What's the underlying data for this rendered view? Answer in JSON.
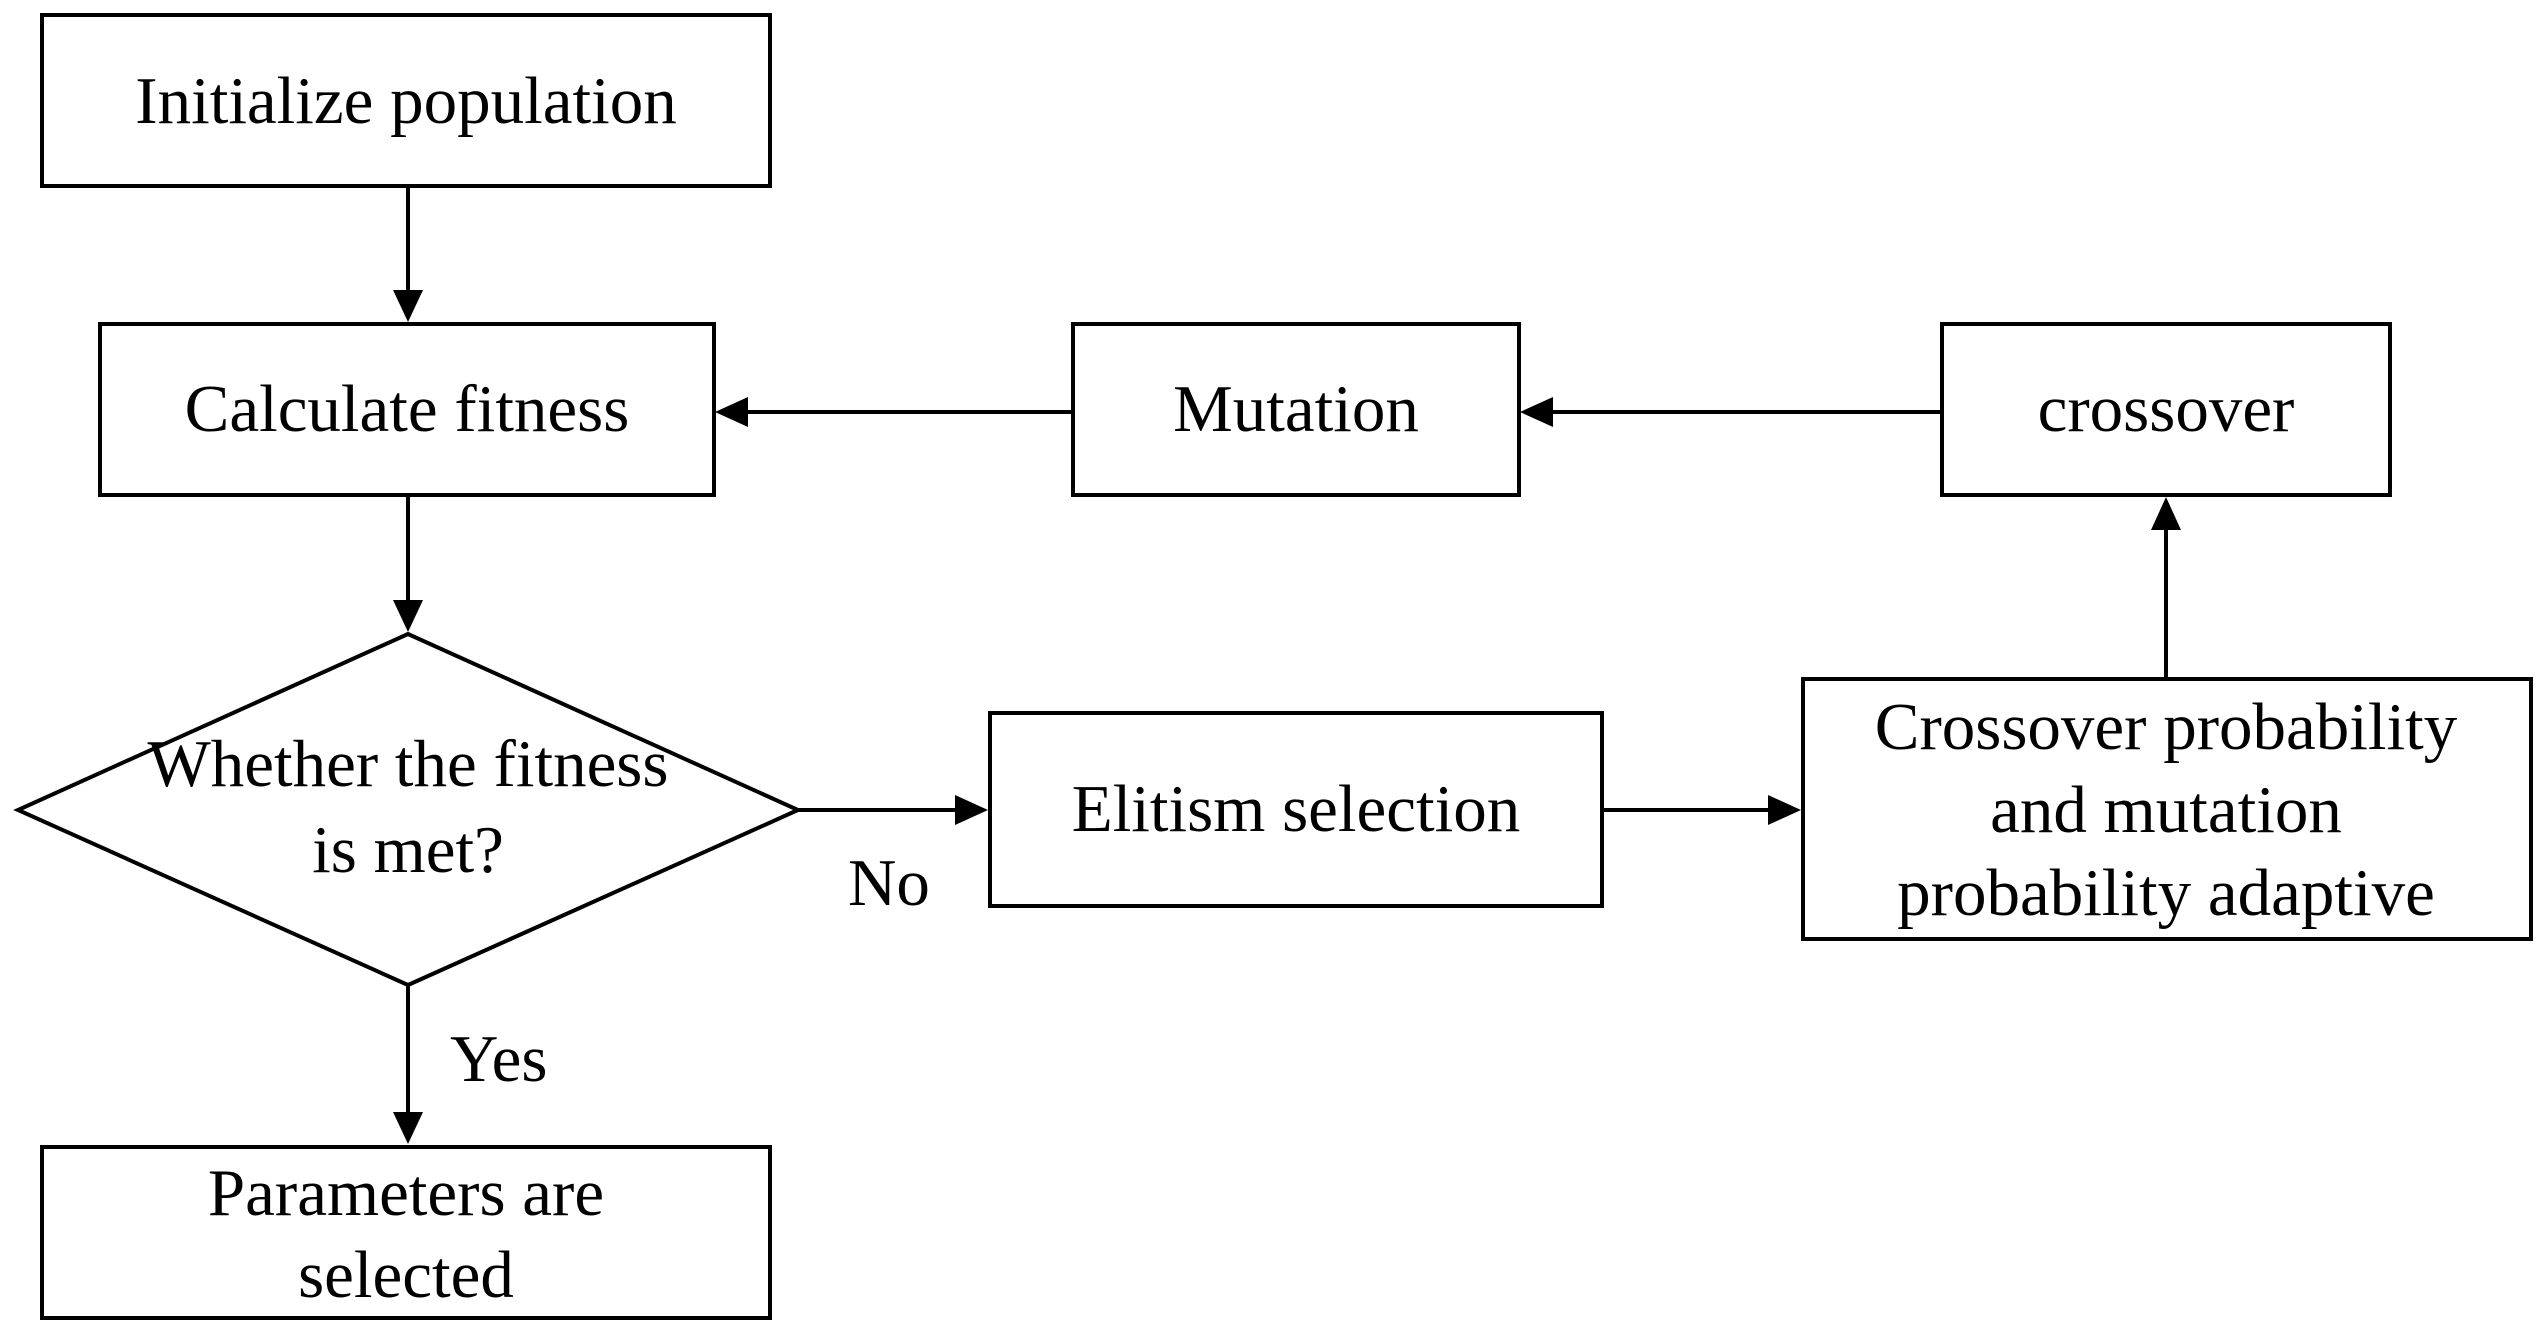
{
  "diagram": {
    "nodes": {
      "init": {
        "lines": [
          "Initialize population"
        ]
      },
      "fitness": {
        "lines": [
          "Calculate fitness"
        ]
      },
      "mutation": {
        "lines": [
          "Mutation"
        ]
      },
      "crossover": {
        "lines": [
          "crossover"
        ]
      },
      "decision": {
        "lines": [
          "Whether the fitness",
          "is met?"
        ]
      },
      "elitism": {
        "lines": [
          "Elitism selection"
        ]
      },
      "adaptive": {
        "lines": [
          "Crossover probability",
          "and mutation",
          "probability adaptive"
        ]
      },
      "selected": {
        "lines": [
          "Parameters are",
          "selected"
        ]
      }
    },
    "edge_labels": {
      "no": "No",
      "yes": "Yes"
    },
    "colors": {
      "stroke": "#000000",
      "fill": "#ffffff",
      "text": "#000000"
    }
  }
}
